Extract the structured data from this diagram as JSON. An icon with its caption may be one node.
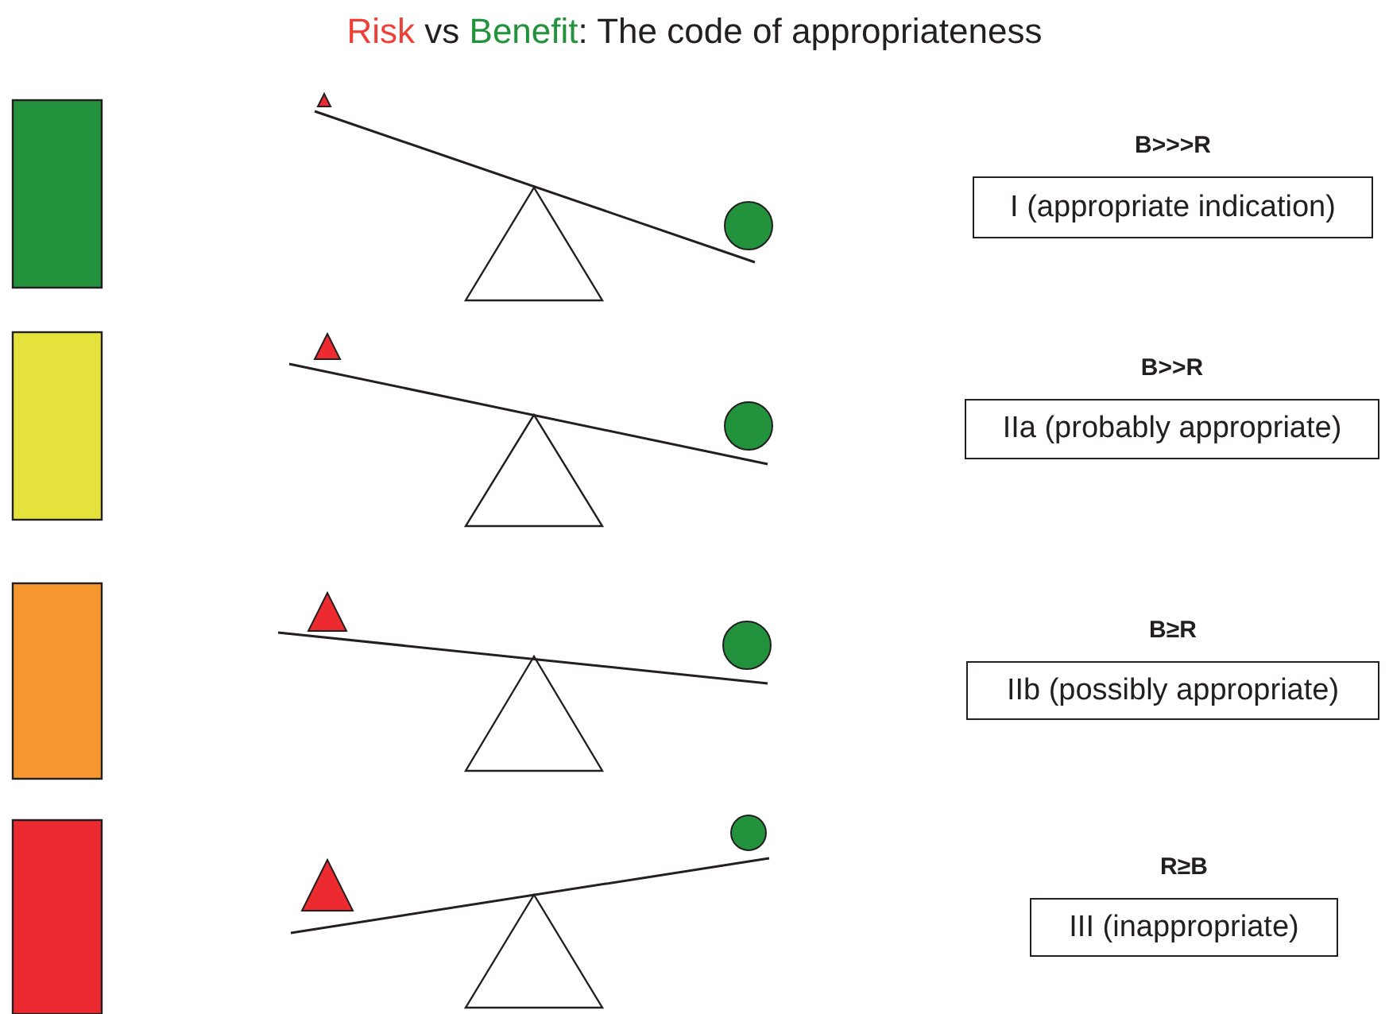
{
  "diagram": {
    "title": "Risk vs Benefit: The code of appropriateness",
    "nodes": [
      {
        "text": [
          "B>>>R",
          "I (appropriate indication)"
        ]
      },
      {
        "text": [
          "B>>R",
          "IIa (probably appropriate)"
        ]
      },
      {
        "text": [
          "B≥R",
          "IIb (possibly appropriate)"
        ]
      },
      {
        "text": [
          "R≥B",
          "III (inappropriate)"
        ]
      }
    ]
  }
}
